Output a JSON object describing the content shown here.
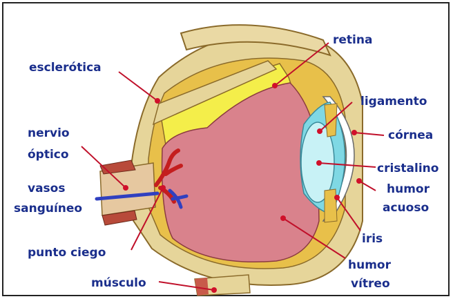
{
  "colors": {
    "label_text": "#1a2e8c",
    "leader_line": "#c0102a",
    "sclera": "#e6d59a",
    "choroid": "#e8c04a",
    "retina": "#f4ee4a",
    "vitreous": "#d9828c",
    "lens": "#c8f2f6",
    "cornea_fluid": "#7fd8e4",
    "blood_vessel_red": "#c41e1e",
    "blood_vessel_blue": "#3040c0"
  },
  "labels": {
    "esclerotica": "esclerótica",
    "retina": "retina",
    "ligamento": "ligamento",
    "cornea": "córnea",
    "nervio_optico_line1": "nervio",
    "nervio_optico_line2": "óptico",
    "cristalino": "cristalino",
    "vasos_line1": "vasos",
    "vasos_line2": "sanguíneo",
    "humor_acuoso_line1": "humor",
    "humor_acuoso_line2": "acuoso",
    "iris": "iris",
    "punto_ciego": "punto ciego",
    "humor_vitreo_line1": "humor",
    "humor_vitreo_line2": "vítreo",
    "musculo": "músculo"
  }
}
